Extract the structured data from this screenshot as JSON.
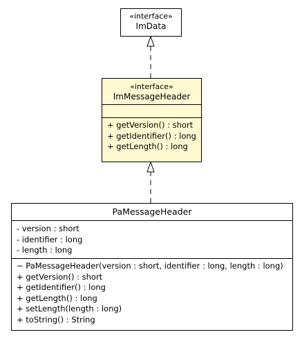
{
  "diagram": {
    "imdata": {
      "stereotype": "«interface»",
      "name": "ImData"
    },
    "immessageheader": {
      "stereotype": "«interface»",
      "name": "ImMessageHeader",
      "fields": [],
      "methods": [
        "+ getVersion() : short",
        "+ getIdentifier() : long",
        "+ getLength() : long"
      ]
    },
    "pamessageheader": {
      "name": "PaMessageHeader",
      "fields": [
        "- version : short",
        "- identifier : long",
        "- length : long"
      ],
      "methods": [
        "~ PaMessageHeader(version : short, identifier : long, length : long)",
        "+ getVersion() : short",
        "+ getIdentifier() : long",
        "+ getLength() : long",
        "+ setLength(length : long)",
        "+ toString() : String"
      ]
    },
    "colors": {
      "interface_fill": "#fffad2",
      "class_fill": "#ffffff",
      "border": "#000000"
    }
  }
}
